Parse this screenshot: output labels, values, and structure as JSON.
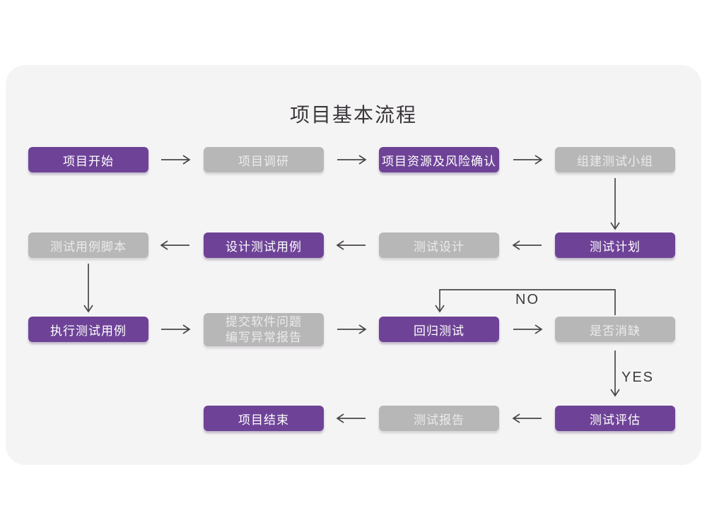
{
  "title": "项目基本流程",
  "colors": {
    "accent_purple": "#6e4397",
    "muted_gray": "#b8b7b8",
    "card_background": "#f5f4f5",
    "arrow": "#4a464a"
  },
  "nodes": [
    {
      "id": "project-start",
      "label": "项目开始",
      "variant": "purple"
    },
    {
      "id": "project-research",
      "label": "项目调研",
      "variant": "gray"
    },
    {
      "id": "resource-risk-confirm",
      "label": "项目资源及风险确认",
      "variant": "purple"
    },
    {
      "id": "form-test-team",
      "label": "组建测试小组",
      "variant": "gray"
    },
    {
      "id": "test-plan",
      "label": "测试计划",
      "variant": "purple"
    },
    {
      "id": "test-design",
      "label": "测试设计",
      "variant": "gray"
    },
    {
      "id": "design-test-cases",
      "label": "设计测试用例",
      "variant": "purple"
    },
    {
      "id": "test-case-script",
      "label": "测试用例脚本",
      "variant": "gray"
    },
    {
      "id": "execute-test-cases",
      "label": "执行测试用例",
      "variant": "purple"
    },
    {
      "id": "submit-issue-report",
      "lines": [
        "提交软件问题",
        "编写异常报告"
      ],
      "variant": "gray"
    },
    {
      "id": "regression-test",
      "label": "回归测试",
      "variant": "purple"
    },
    {
      "id": "defect-cleared",
      "label": "是否消缺",
      "variant": "gray"
    },
    {
      "id": "test-evaluation",
      "label": "测试评估",
      "variant": "purple"
    },
    {
      "id": "test-report",
      "label": "测试报告",
      "variant": "gray"
    },
    {
      "id": "project-end",
      "label": "项目结束",
      "variant": "purple"
    }
  ],
  "edges": {
    "no_label": "NO",
    "yes_label": "YES"
  }
}
